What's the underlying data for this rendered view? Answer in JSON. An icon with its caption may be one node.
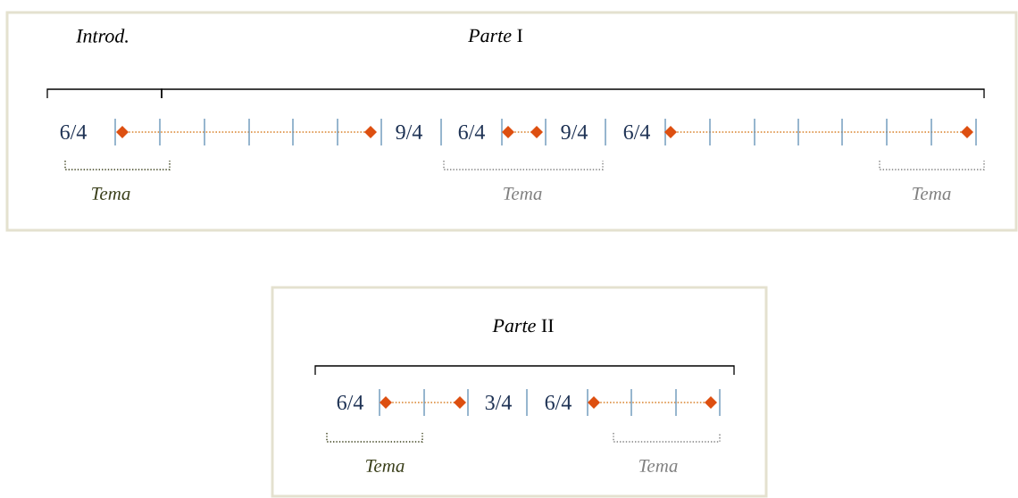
{
  "diagram": {
    "nodes": [
      {
        "text": [
          "*Introd.*",
          "*Parte* I"
        ]
      },
      {
        "text": [
          "*Parte* II"
        ]
      }
    ],
    "labels": [
      "6/4",
      "9/4",
      "6/4",
      "9/4",
      "6/4",
      "*Tema*",
      "*Tema*",
      "*Tema*",
      "6/4",
      "3/4",
      "6/4",
      "*Tema*",
      "*Tema*"
    ]
  }
}
